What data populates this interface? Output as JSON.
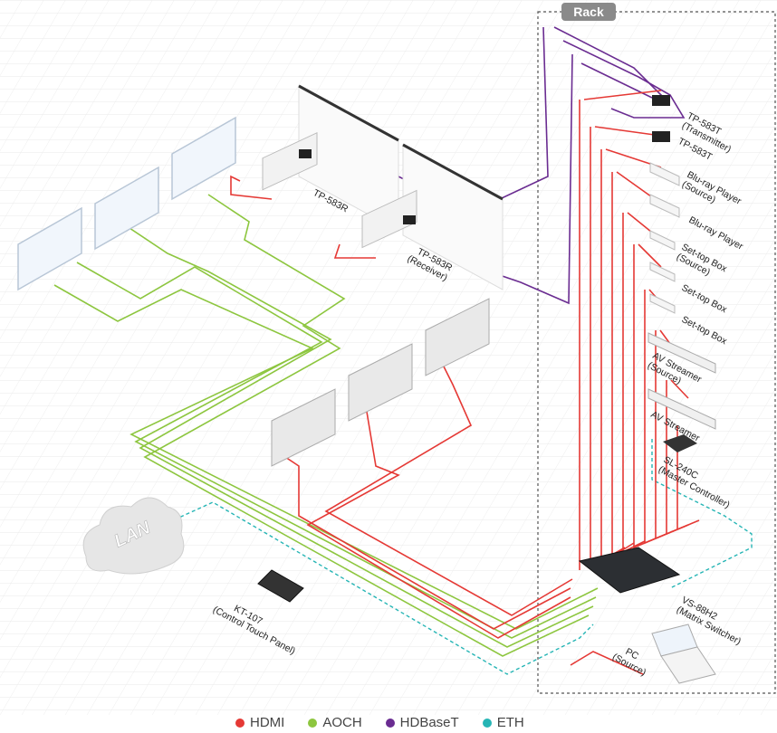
{
  "rack": {
    "label": "Rack"
  },
  "labels": {
    "tp583t_1": [
      "TP-583T",
      "(Transmitter)"
    ],
    "tp583t_2": [
      "TP-583T"
    ],
    "bluray_1": [
      "Blu-ray Player",
      "(Source)"
    ],
    "bluray_2": [
      "Blu-ray Player"
    ],
    "stb_1": [
      "Set-top Box",
      "(Source)"
    ],
    "stb_2": [
      "Set-top Box"
    ],
    "stb_3": [
      "Set-top Box"
    ],
    "avs_1": [
      "AV Streamer",
      "(Source)"
    ],
    "avs_2": [
      "AV Streamer"
    ],
    "sl240c": [
      "SL-240C",
      "(Master Controller)"
    ],
    "vs88h2": [
      "VS-88H2",
      "(Matrix Switcher)"
    ],
    "pc": [
      "PC",
      "(Source)"
    ],
    "tp583r_1": [
      "TP-583R"
    ],
    "tp583r_2": [
      "TP-583R",
      "(Receiver)"
    ],
    "kt107": [
      "KT-107",
      "(Control Touch Panel)"
    ],
    "lan": [
      "LAN"
    ]
  },
  "legend": [
    {
      "label": "HDMI",
      "color": "#e53935"
    },
    {
      "label": "AOCH",
      "color": "#8dc63f"
    },
    {
      "label": "HDBaseT",
      "color": "#6a2c91"
    },
    {
      "label": "ETH",
      "color": "#26b5b5"
    }
  ]
}
